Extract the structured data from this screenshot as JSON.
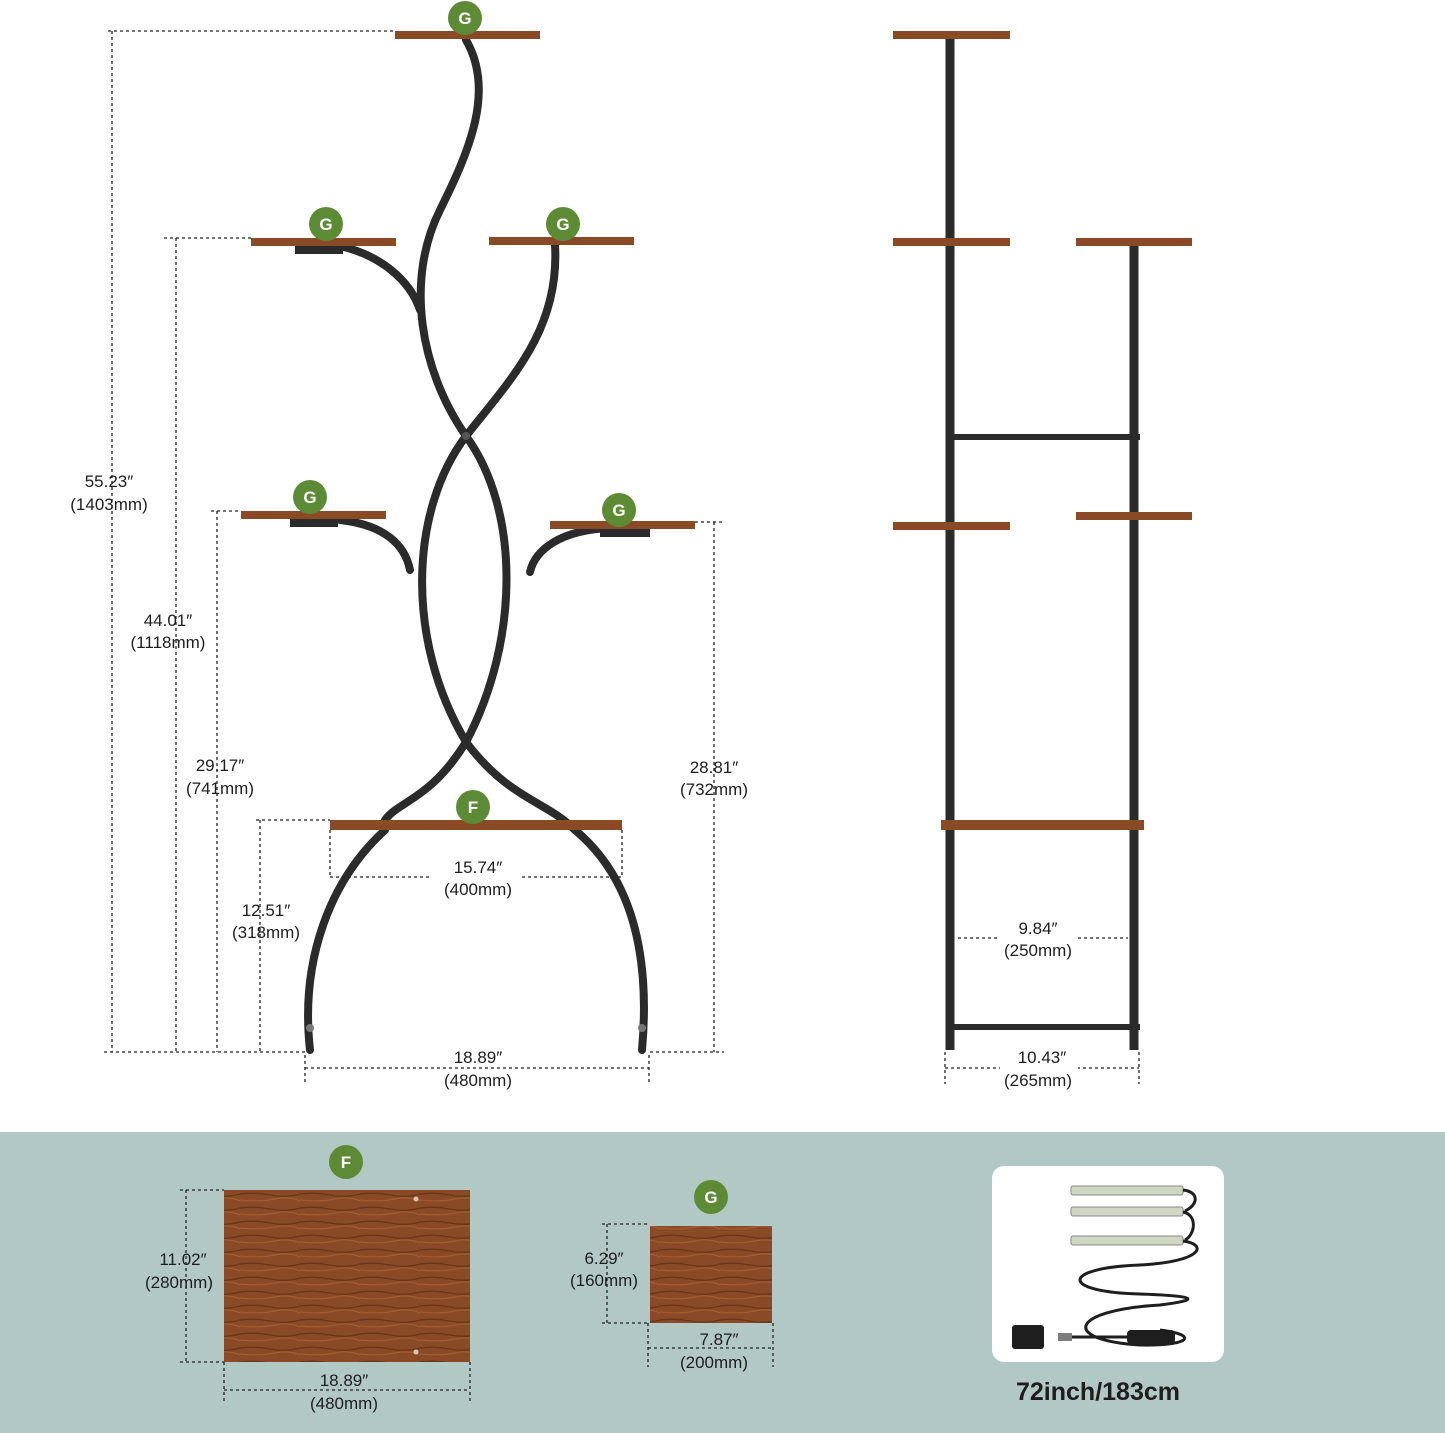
{
  "badges": {
    "g": "G",
    "f": "F"
  },
  "front_view": {
    "total_height": {
      "in": "55.23″",
      "mm": "(1403mm)"
    },
    "third_tier_height": {
      "in": "44.01″",
      "mm": "(1118mm)"
    },
    "second_tier_left_height": {
      "in": "29.17″",
      "mm": "(741mm)"
    },
    "bottom_shelf_height": {
      "in": "12.51″",
      "mm": "(318mm)"
    },
    "second_tier_right_height": {
      "in": "28.81″",
      "mm": "(732mm)"
    },
    "bottom_shelf_width": {
      "in": "15.74″",
      "mm": "(400mm)"
    },
    "base_width": {
      "in": "18.89″",
      "mm": "(480mm)"
    }
  },
  "side_view": {
    "inner_depth": {
      "in": "9.84″",
      "mm": "(250mm)"
    },
    "outer_depth": {
      "in": "10.43″",
      "mm": "(265mm)"
    }
  },
  "panel_f": {
    "height": {
      "in": "11.02″",
      "mm": "(280mm)"
    },
    "width": {
      "in": "18.89″",
      "mm": "(480mm)"
    }
  },
  "panel_g": {
    "height": {
      "in": "6.29″",
      "mm": "(160mm)"
    },
    "width": {
      "in": "7.87″",
      "mm": "(200mm)"
    }
  },
  "grow_light": {
    "cable_length": "72inch/183cm"
  },
  "colors": {
    "badge_green": "#5d8b35",
    "wood": "#8a4a25",
    "frame": "#2b2b2b",
    "band": "#b2c8c4"
  }
}
